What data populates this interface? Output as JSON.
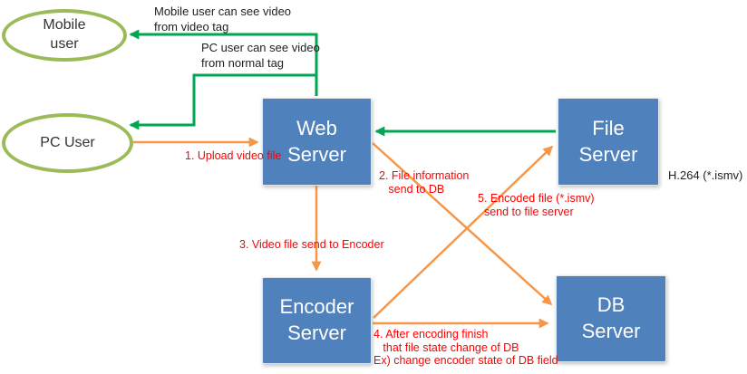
{
  "diagram": {
    "title_hint": "video upload and encoding architecture",
    "colors": {
      "server_box_blue": "#4f81bd",
      "ellipse_border_green": "#9bbb59",
      "arrow_green": "#00a651",
      "arrow_orange": "#f79646",
      "step_label_red": "#ff0000",
      "note_text_black": "#1f1f1f"
    },
    "nodes": {
      "mobile_user": {
        "label": "Mobile\nuser"
      },
      "pc_user": {
        "label": "PC User"
      },
      "web_server": {
        "label": "Web\nServer"
      },
      "file_server": {
        "label": "File\nServer"
      },
      "encoder_server": {
        "label": "Encoder\nServer"
      },
      "db_server": {
        "label": "DB\nServer"
      }
    },
    "notes": {
      "mobile_tag": "Mobile user can see video\nfrom video tag",
      "pc_tag": "PC user can see video\nfrom normal tag",
      "file_format": "H.264 (*.ismv)"
    },
    "steps": {
      "step1": "1. Upload video file",
      "step2": "2. File information\n   send to DB",
      "step3": "3. Video file send to Encoder",
      "step4": "4. After encoding finish\n   that file state change of DB\nEx) change encoder state of DB field",
      "step5": "5. Encoded file (*.ismv)\n  send to file server"
    },
    "arrows": {
      "web_to_mobile": "green",
      "web_to_pc": "green",
      "file_to_web": "green",
      "pc_to_web": "orange",
      "web_to_encoder": "orange",
      "web_to_db": "orange",
      "encoder_to_file": "orange",
      "encoder_to_db": "orange"
    }
  }
}
